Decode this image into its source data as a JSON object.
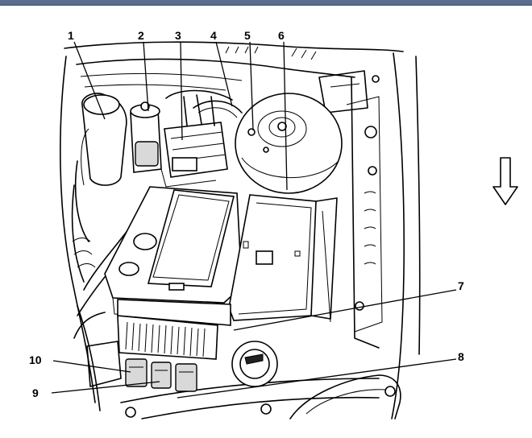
{
  "diagram": {
    "callouts": [
      {
        "id": "c1",
        "label": "1"
      },
      {
        "id": "c2",
        "label": "2"
      },
      {
        "id": "c3",
        "label": "3"
      },
      {
        "id": "c4",
        "label": "4"
      },
      {
        "id": "c5",
        "label": "5"
      },
      {
        "id": "c6",
        "label": "6"
      },
      {
        "id": "c7",
        "label": "7"
      },
      {
        "id": "c8",
        "label": "8"
      },
      {
        "id": "c9",
        "label": "9"
      },
      {
        "id": "c10",
        "label": "10"
      }
    ],
    "direction_arrow_icon": "down-arrow-icon"
  }
}
